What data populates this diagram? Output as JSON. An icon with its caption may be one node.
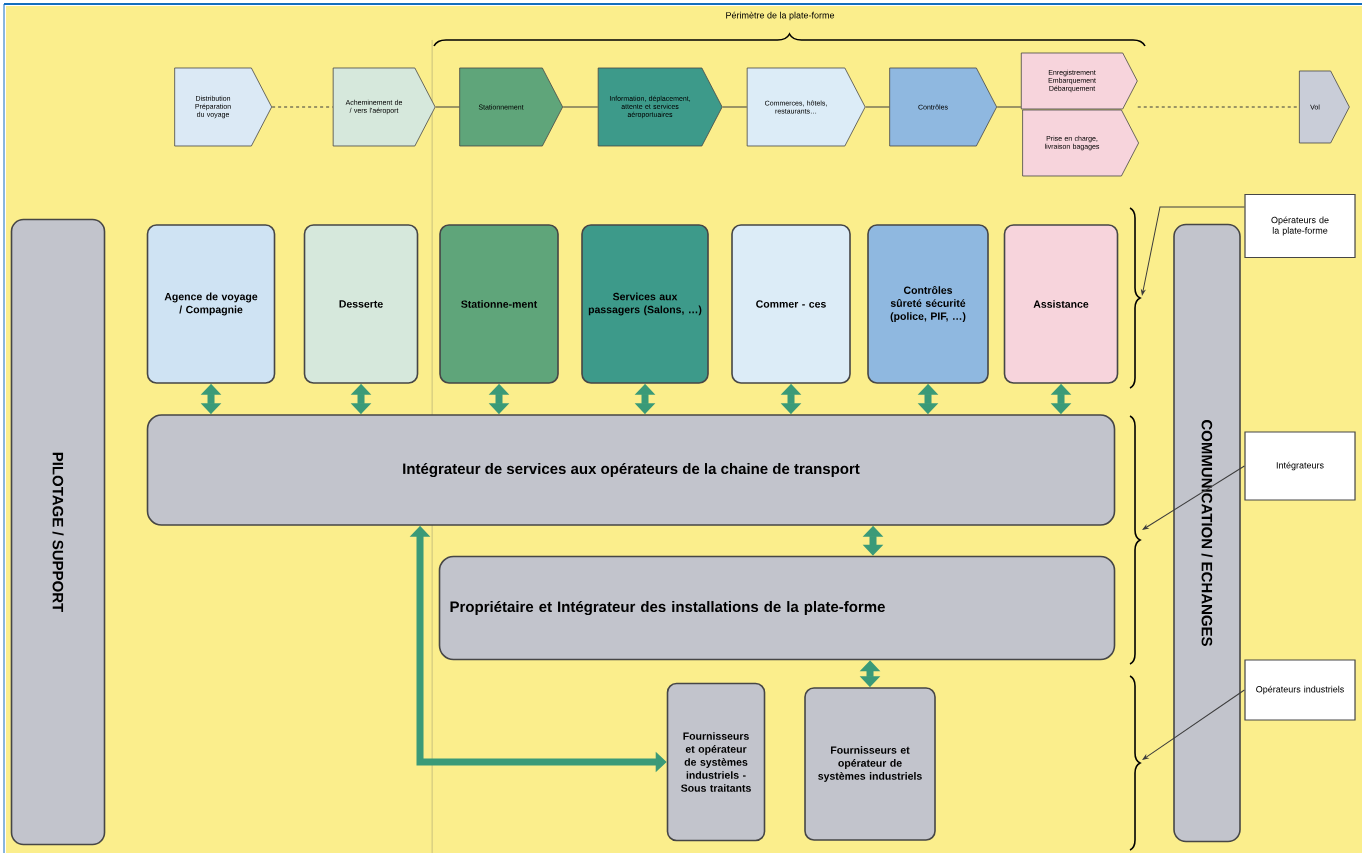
{
  "diagram": {
    "nodes": [
      {
        "text": [
          "Distribution Préparation du voyage"
        ]
      },
      {
        "text": [
          "Acheminement de / vers l'aéroport"
        ]
      },
      {
        "text": [
          "Stationnement"
        ]
      },
      {
        "text": [
          "Information, déplacement, attente et services aéroportuaires"
        ]
      },
      {
        "text": [
          "Commerces, hôtels, restaurants…"
        ]
      },
      {
        "text": [
          "Contrôles"
        ]
      },
      {
        "text": [
          "Enregistrement Embarquement Débarquement"
        ]
      },
      {
        "text": [
          "Prise en charge, livraison bagages"
        ]
      },
      {
        "text": [
          "Vol"
        ]
      },
      {
        "text": [
          "PILOTAGE / SUPPORT"
        ]
      },
      {
        "text": [
          "Agence de voyage / Compagnie"
        ]
      },
      {
        "text": [
          "Desserte"
        ]
      },
      {
        "text": [
          "Stationne-ment"
        ]
      },
      {
        "text": [
          "Services aux passagers (Salons, …)"
        ]
      },
      {
        "text": [
          "Commer - ces"
        ]
      },
      {
        "text": [
          "Contrôles sûreté sécurité (police, PIF, …)"
        ]
      },
      {
        "text": [
          "Assistance"
        ]
      },
      {
        "text": [
          "COMMUNICATION / ECHANGES"
        ]
      },
      {
        "text": [
          "Intégrateur de services aux opérateurs de la chaine de transport"
        ]
      },
      {
        "text": [
          "Propriétaire et Intégrateur des installations de la plate-forme"
        ]
      },
      {
        "text": [
          "Fournisseurs et opérateur de systèmes industriels - Sous traitants"
        ]
      },
      {
        "text": [
          "Fournisseurs et opérateur de systèmes industriels"
        ]
      },
      {
        "text": [
          "Opérateurs de la plate-forme"
        ]
      },
      {
        "text": [
          "Intégrateurs"
        ]
      },
      {
        "text": [
          "Opérateurs industriels"
        ]
      }
    ],
    "edges": [
      {
        "from": 0,
        "to": 1,
        "arrow": "none",
        "style": "dashed",
        "color": "#3c3c3c"
      },
      {
        "from": 1,
        "to": 2,
        "arrow": "none",
        "color": "#3c3c3c"
      },
      {
        "from": 2,
        "to": 3,
        "arrow": "none",
        "color": "#3c3c3c"
      },
      {
        "from": 3,
        "to": 4,
        "arrow": "none",
        "color": "#3c3c3c"
      },
      {
        "from": 4,
        "to": 5,
        "arrow": "none",
        "color": "#3c3c3c"
      },
      {
        "from": 5,
        "to": 6,
        "arrow": "none",
        "color": "#3c3c3c"
      },
      {
        "from": 6,
        "to": 8,
        "arrow": "none",
        "style": "dashed",
        "color": "#3c3c3c"
      },
      {
        "from": 10,
        "to": 18,
        "arrow": "both",
        "style": "thick",
        "color": "#3a9a78"
      },
      {
        "from": 11,
        "to": 18,
        "arrow": "both",
        "style": "thick",
        "color": "#3a9a78"
      },
      {
        "from": 12,
        "to": 18,
        "arrow": "both",
        "style": "thick",
        "color": "#3a9a78"
      },
      {
        "from": 13,
        "to": 18,
        "arrow": "both",
        "style": "thick",
        "color": "#3a9a78"
      },
      {
        "from": 14,
        "to": 18,
        "arrow": "both",
        "style": "thick",
        "color": "#3a9a78"
      },
      {
        "from": 15,
        "to": 18,
        "arrow": "both",
        "style": "thick",
        "color": "#3a9a78"
      },
      {
        "from": 16,
        "to": 18,
        "arrow": "both",
        "style": "thick",
        "color": "#3a9a78"
      },
      {
        "from": 18,
        "to": 19,
        "arrow": "both",
        "style": "thick",
        "color": "#3a9a78"
      },
      {
        "from": 18,
        "to": 20,
        "arrow": "both",
        "style": "thick",
        "color": "#3a9a78"
      },
      {
        "from": 19,
        "to": 21,
        "arrow": "both",
        "style": "thick",
        "color": "#3a9a78"
      },
      {
        "from": 22,
        "to": null,
        "arrow": "to",
        "color": "#3c3c3c"
      },
      {
        "from": 23,
        "to": null,
        "arrow": "to",
        "color": "#3c3c3c"
      },
      {
        "from": 24,
        "to": null,
        "arrow": "to",
        "color": "#3c3c3c"
      }
    ],
    "labels": [
      "Périmètre de la plate-forme"
    ]
  }
}
